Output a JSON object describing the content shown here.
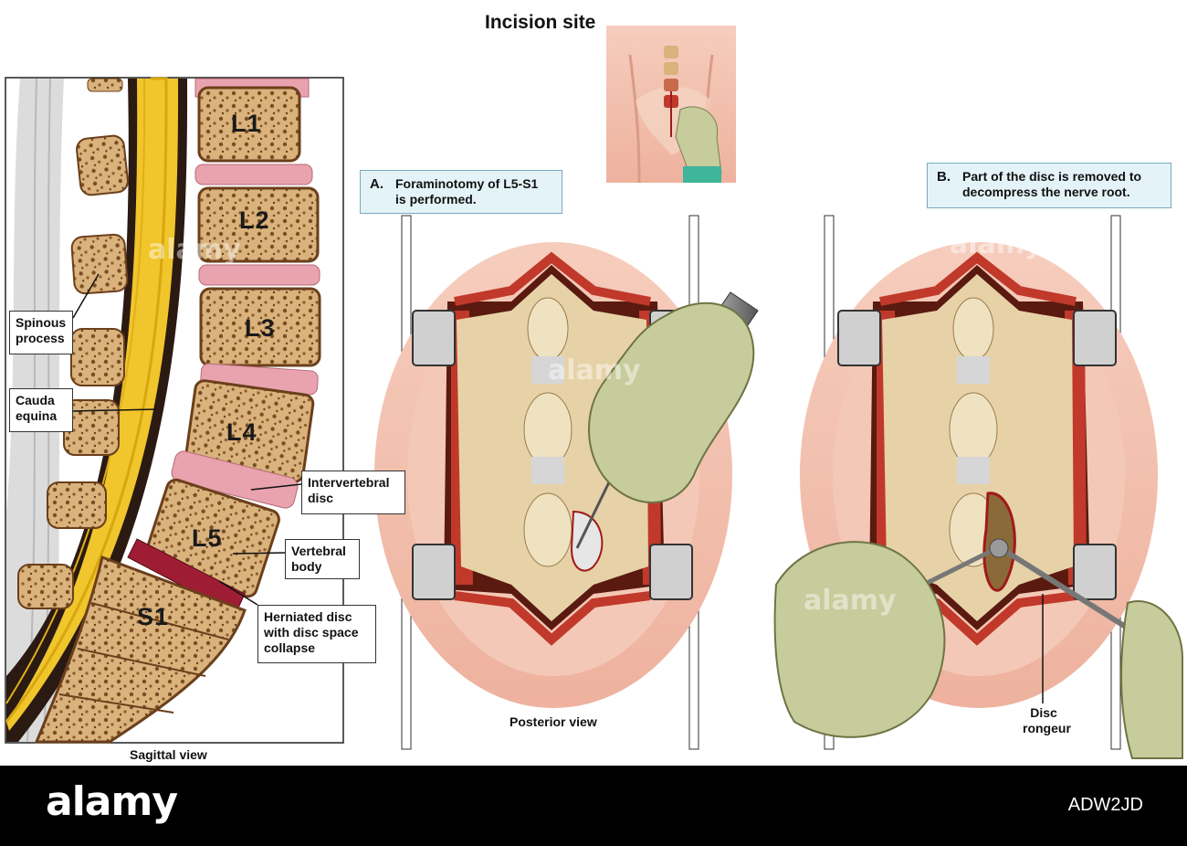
{
  "title": "Incision site",
  "sagittal": {
    "vertebrae": [
      "L1",
      "L2",
      "L3",
      "L4",
      "L5",
      "S1"
    ],
    "caption": "Sagittal view",
    "labels": {
      "spinous": [
        "Spinous",
        "process"
      ],
      "cauda": [
        "Cauda",
        "equina"
      ],
      "intervertebral": [
        "Intervertebral",
        "disc"
      ],
      "vertebral": [
        "Vertebral",
        "body"
      ],
      "herniated": [
        "Herniated disc",
        "with disc space",
        "collapse"
      ]
    }
  },
  "panel_a": {
    "letter": "A.",
    "lines": [
      "Foraminotomy of L5-S1",
      "is performed."
    ],
    "caption": "Posterior view"
  },
  "panel_b": {
    "letter": "B.",
    "lines": [
      "Part of the disc is removed to",
      "decompress the nerve root."
    ],
    "tool_label": [
      "Disc",
      "rongeur"
    ]
  },
  "watermark": "alamy",
  "footer": {
    "brand": "alamy",
    "image_id": "ADW2JD"
  },
  "colors": {
    "bone": "#d7b07a",
    "bone_dark": "#8a5a2c",
    "disc": "#e9a3ae",
    "nerve": "#f2c830",
    "tissue": "#f0b8a4",
    "muscle": "#c0392b",
    "glove": "#c6cc9b",
    "callout_bg": "#e4f3f8",
    "footer": "#000000"
  }
}
